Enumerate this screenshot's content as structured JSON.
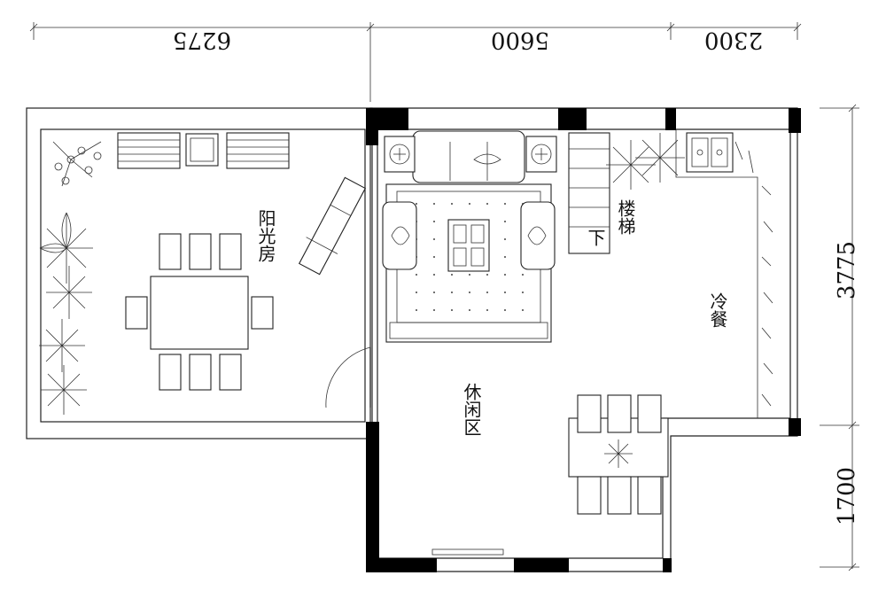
{
  "dimensions": {
    "top": [
      "6275",
      "5600",
      "2300"
    ],
    "right": [
      "3775",
      "1700"
    ]
  },
  "rooms": {
    "sunroom": "阳光房",
    "stairs": "楼梯",
    "stairs_down": "下",
    "cold_dining": "冷餐",
    "leisure": "休闲区"
  },
  "icons": {
    "plant": "plant-icon",
    "table": "table-icon",
    "chair": "chair-icon",
    "sofa": "sofa-icon",
    "sink": "sink-icon",
    "lounge_chair": "lounge-chair-icon",
    "door": "door-icon"
  }
}
